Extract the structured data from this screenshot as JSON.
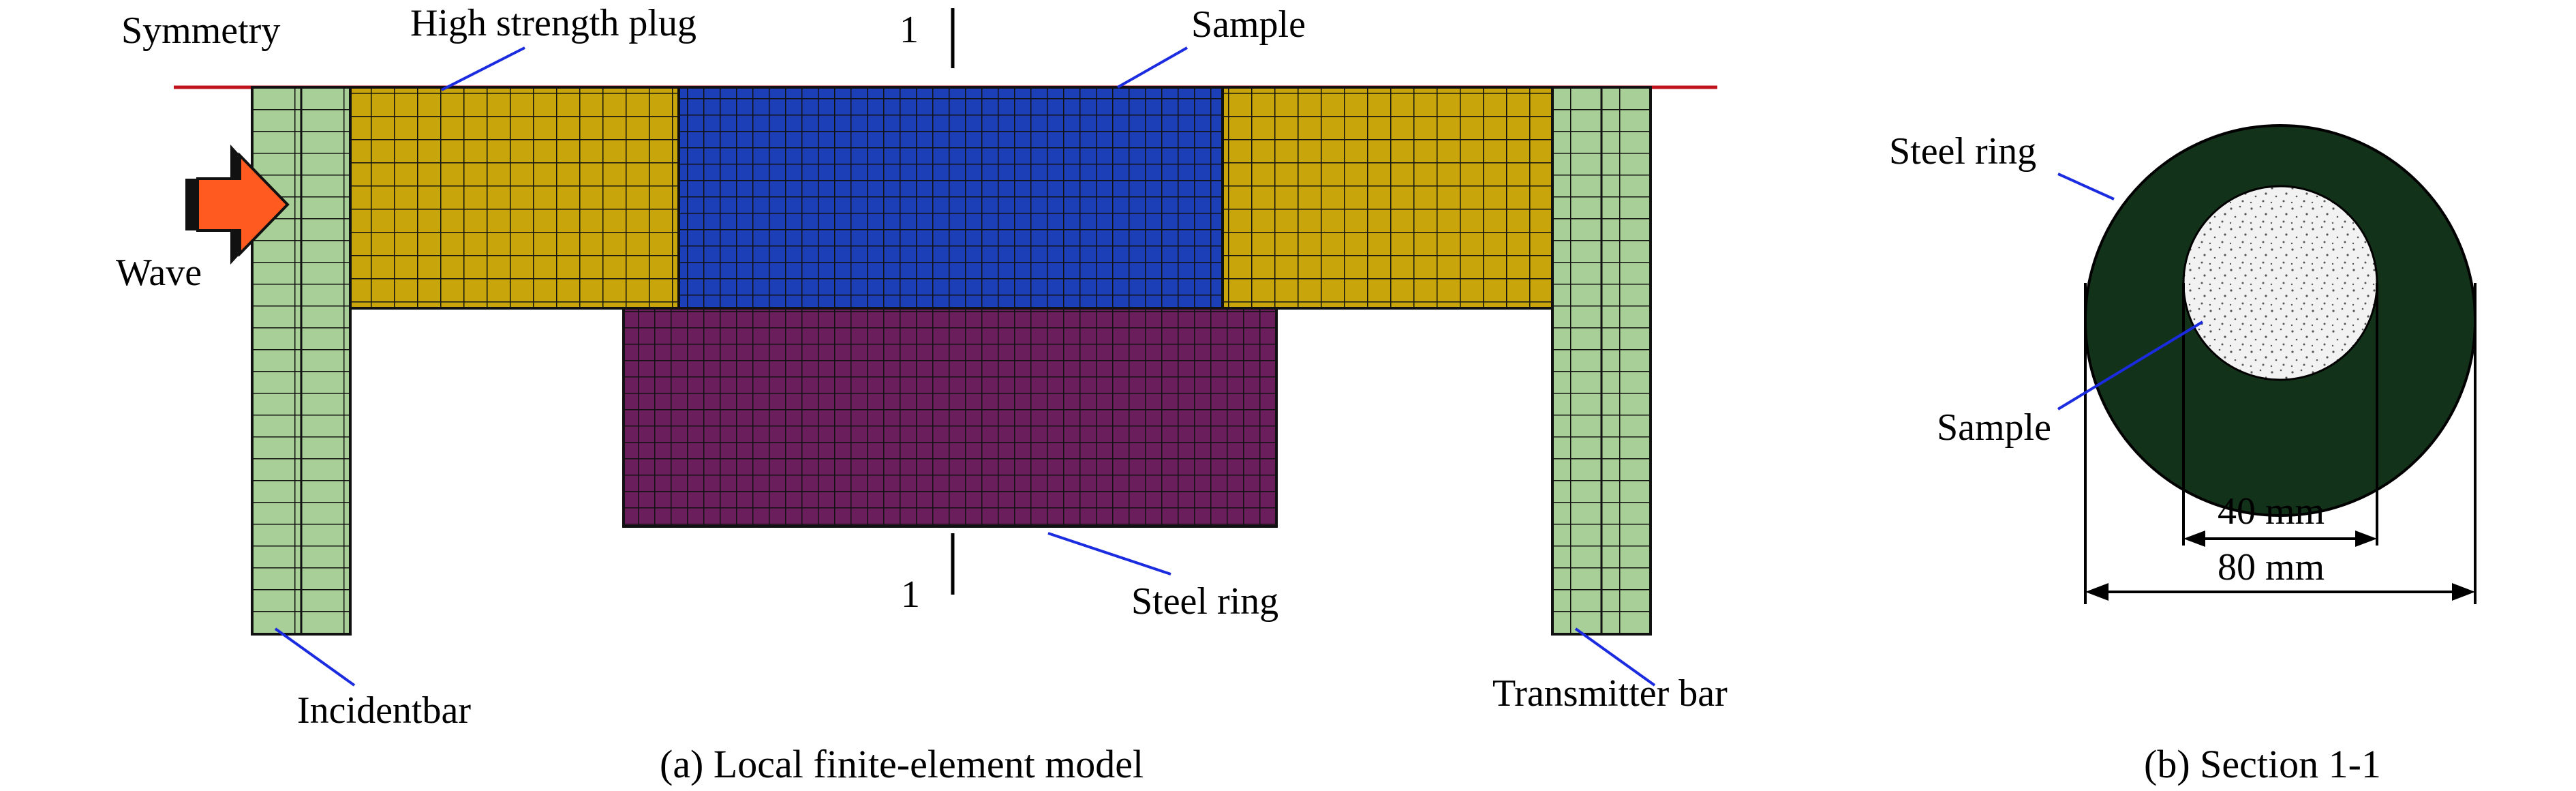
{
  "panel_a": {
    "caption": "(a) Local finite-element model",
    "labels": {
      "symmetry": "Symmetry",
      "plug": "High strength plug",
      "sample": "Sample",
      "wave": "Wave",
      "steel_ring": "Steel ring",
      "incident_bar": "Incidentbar",
      "transmitter_bar": "Transmitter bar",
      "section_top": "1",
      "section_bottom": "1"
    },
    "colors": {
      "bar": "#a9cf98",
      "plug": "#c8a60b",
      "sample": "#1c3fb8",
      "steel_ring": "#6a1f5c",
      "mesh": "#111111",
      "symmetry_line": "#c0121c",
      "arrow": "#ff5a1f",
      "leader": "#1a2be0"
    }
  },
  "panel_b": {
    "caption": "(b) Section 1-1",
    "labels": {
      "steel_ring": "Steel ring",
      "sample": "Sample",
      "inner_diameter": "40 mm",
      "outer_diameter": "80 mm"
    },
    "colors": {
      "ring": "#13321a",
      "sample": "#f2f2f2"
    }
  }
}
